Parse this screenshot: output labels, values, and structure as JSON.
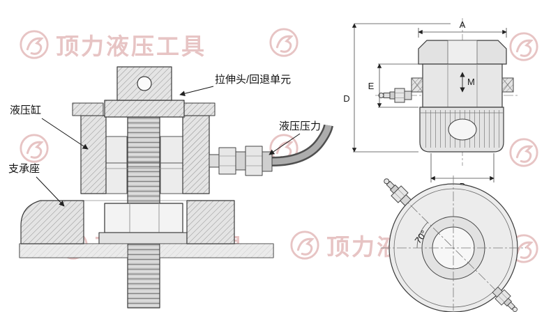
{
  "watermark": {
    "text": "顶力液压工具",
    "color": "#d08b8b"
  },
  "section_view": {
    "labels": {
      "tension_head": "拉伸头/回退单元",
      "cylinder": "液压缸",
      "pressure": "液压压力",
      "support": "支承座"
    }
  },
  "front_view": {
    "dim_a": "A",
    "dim_d": "D",
    "dim_e": "E",
    "dim_m": "M",
    "dim_b": "B"
  },
  "top_view": {
    "angle_label": "70°"
  }
}
